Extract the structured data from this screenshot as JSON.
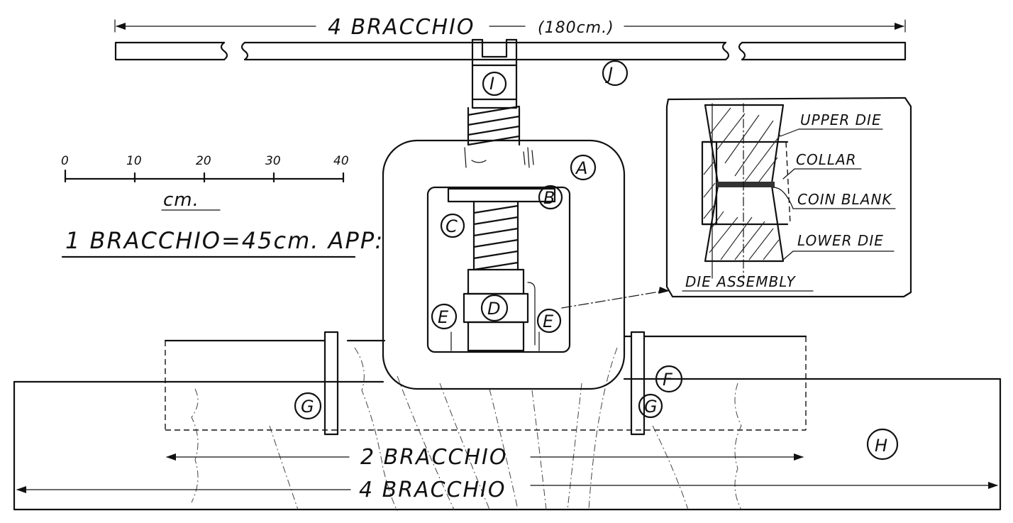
{
  "top_dimension": {
    "label": "4 BRACCHIO",
    "sub": "(180cm.)"
  },
  "scale": {
    "ticks": [
      "0",
      "10",
      "20",
      "30",
      "40"
    ],
    "unit": "cm.",
    "conversion": "1 BRACCHIO=45cm. APP:"
  },
  "parts": {
    "A": "A",
    "B": "B",
    "C": "C",
    "D": "D",
    "E": "E",
    "F": "F",
    "G": "G",
    "H": "H",
    "J": "J",
    "I": "I"
  },
  "die_assembly": {
    "title": "DIE ASSEMBLY",
    "upper_die": "UPPER DIE",
    "collar": "COLLAR",
    "coin_blank": "COIN BLANK",
    "lower_die": "LOWER DIE"
  },
  "bottom_dimensions": {
    "inner": "2 BRACCHIO",
    "outer": "4 BRACCHIO"
  }
}
